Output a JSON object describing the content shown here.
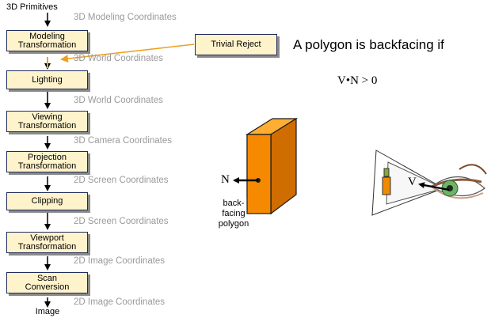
{
  "pipeline": {
    "input_label": "3D Primitives",
    "output_label": "Image",
    "stages": [
      {
        "label": "Modeling\nTransformation"
      },
      {
        "label": "Lighting"
      },
      {
        "label": "Viewing\nTransformation"
      },
      {
        "label": "Projection\nTransformation"
      },
      {
        "label": "Clipping"
      },
      {
        "label": "Viewport\nTransformation"
      },
      {
        "label": "Scan\nConversion"
      }
    ],
    "coordinates": [
      "3D Modeling Coordinates",
      "3D World Coordinates",
      "3D World Coordinates",
      "3D Camera Coordinates",
      "2D Screen Coordinates",
      "2D Screen Coordinates",
      "2D Image Coordinates",
      "2D Image Coordinates"
    ]
  },
  "trivial_reject": {
    "label": "Trivial Reject"
  },
  "backface": {
    "heading": "A polygon is backfacing if",
    "formula": "V•N > 0",
    "normal_label": "N",
    "view_label": "V",
    "polygon_label": "back-\nfacing\npolygon"
  },
  "colors": {
    "stage_fill": "#fff3cc",
    "stage_border": "#1f2d5c",
    "arrow_orange": "#f0a020",
    "cube_front": "#f58a00",
    "cube_top": "#ffae33",
    "cube_side": "#d06d00",
    "coord_gray": "#9a9a9a"
  }
}
